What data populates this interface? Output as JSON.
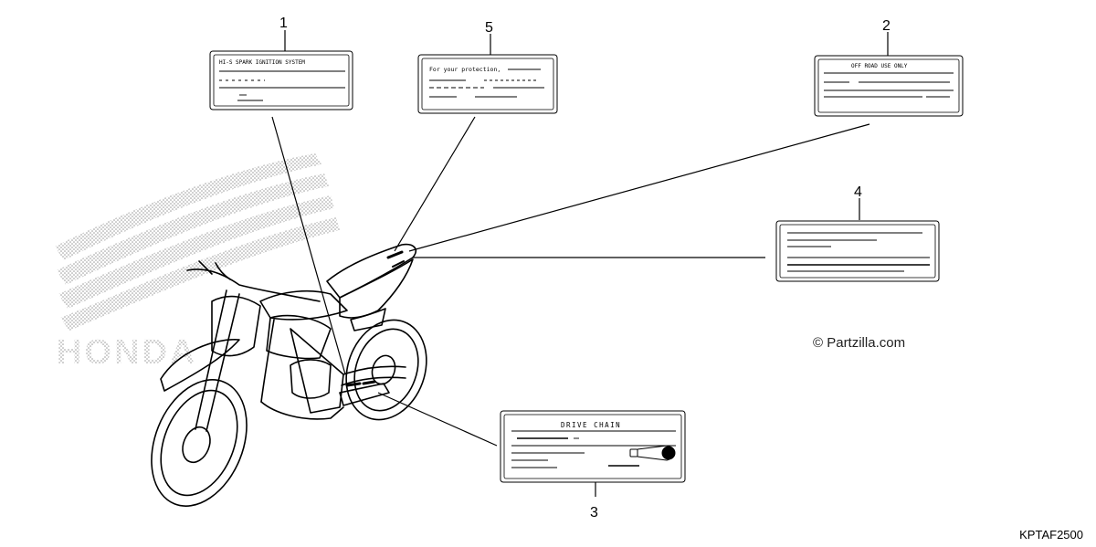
{
  "callouts": [
    {
      "number": "1",
      "label_heading": "HI-S SPARK IGNITION SYSTEM"
    },
    {
      "number": "2",
      "label_heading": "OFF ROAD USE ONLY"
    },
    {
      "number": "3",
      "label_heading": "DRIVE CHAIN"
    },
    {
      "number": "4",
      "label_heading": ""
    },
    {
      "number": "5",
      "label_heading": "For your protection,"
    }
  ],
  "watermark": "© Partzilla.com",
  "diagram_code": "KPTAF2500",
  "brand_watermark": "HONDA",
  "colors": {
    "line": "#000000",
    "stipple": "#9a9a9a",
    "label_fill": "#ffffff"
  }
}
